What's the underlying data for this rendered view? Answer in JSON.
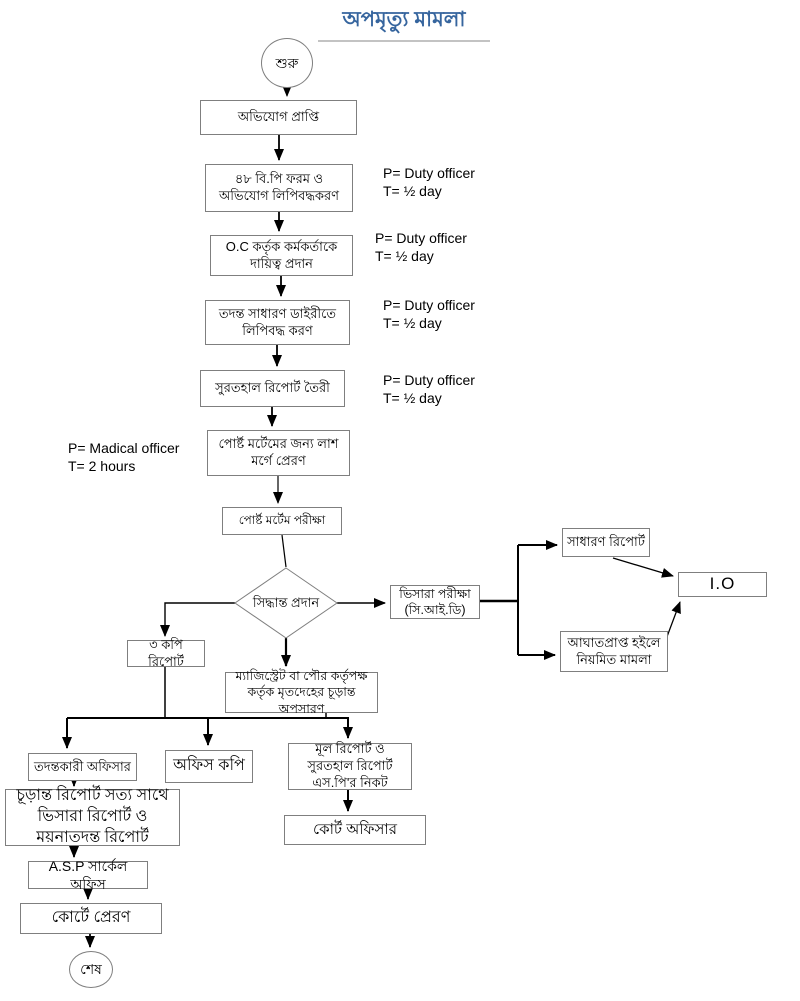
{
  "title": "অপমৃত্যু মামলা",
  "colors": {
    "title_blue": "#36659e",
    "box_border": "#7f7f7f",
    "line": "#000000",
    "background": "#ffffff"
  },
  "nodes": {
    "start": {
      "label": "শুরু"
    },
    "complaint": {
      "label": "অভিযোগ প্রাপ্তি"
    },
    "form48": {
      "label": "৪৮ বি.পি ফরম ও অভিযোগ লিপিবদ্ধকরণ"
    },
    "oc_assign": {
      "label": "O.C কর্তৃক কর্মকর্তাকে দায়িত্ব প্রদান"
    },
    "gd_entry": {
      "label": "তদন্ত সাধারণ ডাইরীতে লিপিবদ্ধ করণ"
    },
    "inquest": {
      "label": "সুরতহাল রিপোর্ট তৈরী"
    },
    "morgue": {
      "label": "পোর্ষ্ট মর্টেমের জন্য লাশ মর্গে প্রেরণ"
    },
    "postmortem": {
      "label": "পোর্ষ্ট মর্টেম  পরীক্ষা"
    },
    "decision": {
      "label": "সিদ্ধান্ত প্রদান"
    },
    "copies3": {
      "label": "৩ কপি রিপোর্ট"
    },
    "viscera": {
      "label": "ভিসারা পরীক্ষা (সি.আই.ডি)"
    },
    "general_report": {
      "label": "সাধারণ রিপোর্ট"
    },
    "io": {
      "label": "I.O"
    },
    "injury_case": {
      "label": "আঘাতপ্রাপ্ত হইলে নিয়মিত মামলা"
    },
    "magistrate": {
      "label": "ম্যাজিস্ট্রেট বা পৌর কর্তৃপক্ষ কর্তৃক মৃতদেহের চূড়ান্ত অপসারণ"
    },
    "investigating_officer": {
      "label": "তদন্তকারী অফিসার"
    },
    "office_copy": {
      "label": "অফিস কপি"
    },
    "sp_report": {
      "label": "মূল রিপোর্ট ও সুরতহাল রিপোর্ট এস.পি'র নিকট"
    },
    "final_report": {
      "label": "চূড়ান্ত রিপোর্ট সত্য সাথে ভিসারা রিপোর্ট ও ময়নাতদন্ত রিপোর্ট"
    },
    "asp_office": {
      "label": "A.S.P সার্কেল অফিস"
    },
    "court_send": {
      "label": "কোর্টে প্রেরণ"
    },
    "court_officer": {
      "label": "কোর্ট অফিসার"
    },
    "end": {
      "label": "শেষ"
    }
  },
  "annotations": [
    {
      "p": "P= Duty officer",
      "t": "T= ½ day"
    },
    {
      "p": "P= Duty officer",
      "t": "T= ½ day"
    },
    {
      "p": "P= Duty officer",
      "t": "T= ½ day"
    },
    {
      "p": "P= Duty officer",
      "t": "T= ½ day"
    },
    {
      "p": "P= Madical officer",
      "t": "T= 2 hours"
    }
  ]
}
